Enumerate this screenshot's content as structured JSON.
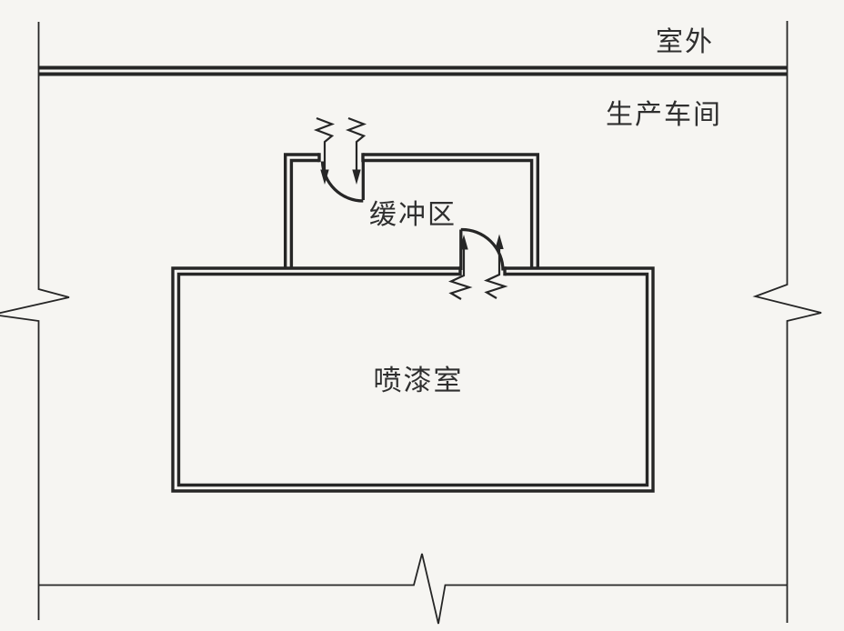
{
  "labels": {
    "outdoor": "室外",
    "workshop": "生产车间",
    "buffer_zone": "缓冲区",
    "paint_room": "喷漆室"
  },
  "colors": {
    "background": "#f6f5f2",
    "line": "#262626",
    "text": "#2f2f2f"
  },
  "symbols": {
    "break": "wall-break-zigzag",
    "door": "door-swing-arc",
    "airflow": "airflow-spring-arrow"
  }
}
